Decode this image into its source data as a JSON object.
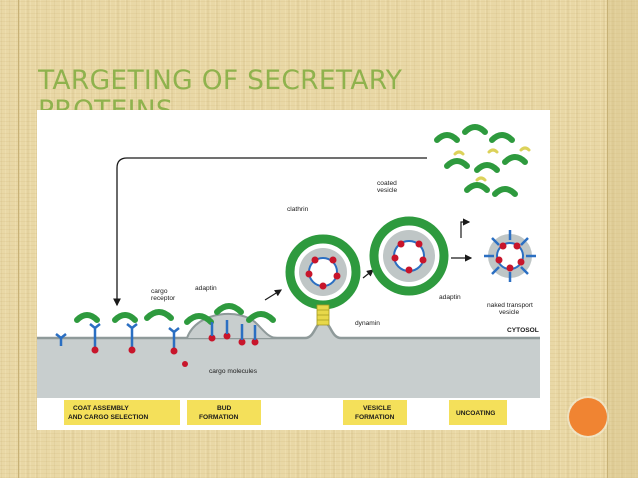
{
  "slide": {
    "title": "TARGETING OF SECRETARY PROTEINS"
  },
  "diagram": {
    "labels": {
      "cargo_receptor": "cargo\nreceptor",
      "adaptin_top": "adaptin",
      "clathrin": "clathrin",
      "coated_vesicle": "coated\nvesicle",
      "cargo_molecules": "cargo molecules",
      "dynamin": "dynamin",
      "adaptin_right": "adaptin",
      "naked_vesicle": "naked transport\nvesicle",
      "cytosol": "CYTOSOL"
    },
    "stages": [
      "COAT ASSEMBLY\nAND CARGO SELECTION",
      "BUD\nFORMATION",
      "VESICLE\nFORMATION",
      "UNCOATING"
    ]
  },
  "colors": {
    "title": "#8fb24d",
    "clathrin": "#2e9a3e",
    "adaptin": "#2b6fc2",
    "cargo": "#c8152b",
    "dynamin": "#e8d84a",
    "membrane": "#bfc6c6",
    "stage_box": "#f4e05a",
    "accent_dot": "#f08432"
  }
}
